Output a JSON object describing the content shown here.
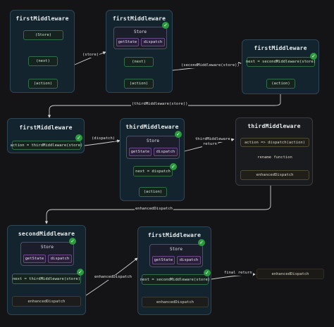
{
  "panel1": {
    "title": "firstMiddleware",
    "n1": "(Store)",
    "n2": "(next)",
    "n3": "(action)"
  },
  "panel2": {
    "title": "firstMiddleware",
    "store": "Store",
    "get": "getState",
    "dispatch": "dispatch",
    "n1": "(next)",
    "n2": "(action)"
  },
  "panel3": {
    "title": "firstMiddleware",
    "n1": "next = secondMiddleware(store)",
    "n2": "(action)"
  },
  "panel4": {
    "title": "firstMiddleware",
    "n1": "action = thirdMiddleware(store)"
  },
  "panel5": {
    "title": "thirdMiddleware",
    "store": "Store",
    "get": "getState",
    "dispatch": "dispatch",
    "n1": "next = dispatch",
    "n2": "(action)"
  },
  "panel6": {
    "title": "thirdMiddleware",
    "n1": "action => dispatch(action)",
    "n2": "rename function",
    "n3": "enhancedDispatch"
  },
  "panel7": {
    "title": "secondMiddleware",
    "store": "Store",
    "get": "getState",
    "dispatch": "dispatch",
    "n1": "next = thirdMiddleware(store)",
    "n2": "enhancedDispatch"
  },
  "panel8": {
    "title": "firstMiddleware",
    "store": "Store",
    "get": "getState",
    "dispatch": "dispatch",
    "n1": "next = secondMiddleware(store)",
    "n2": "enhancedDispatch"
  },
  "final_node": "enhancedDispatch",
  "edges": {
    "store": "(store)",
    "second_store": "(secondMiddleware(store))",
    "third_store": "(thirdMiddleware(store))",
    "dispatch": "(dispatch)",
    "third_return_1": "thirdMiddleware",
    "third_return_2": "return",
    "enhanced_1": "enhancedDispatch",
    "enhanced_2": "enhancedDispatch",
    "final_return": "final return"
  },
  "check_glyph": "✓",
  "colors": {
    "background": "#141416",
    "panel": "#13242e",
    "node_border": "#2f6e46",
    "store_border": "#4b4f6a",
    "pill": "#6a4a86",
    "check": "#2a9a3c"
  }
}
